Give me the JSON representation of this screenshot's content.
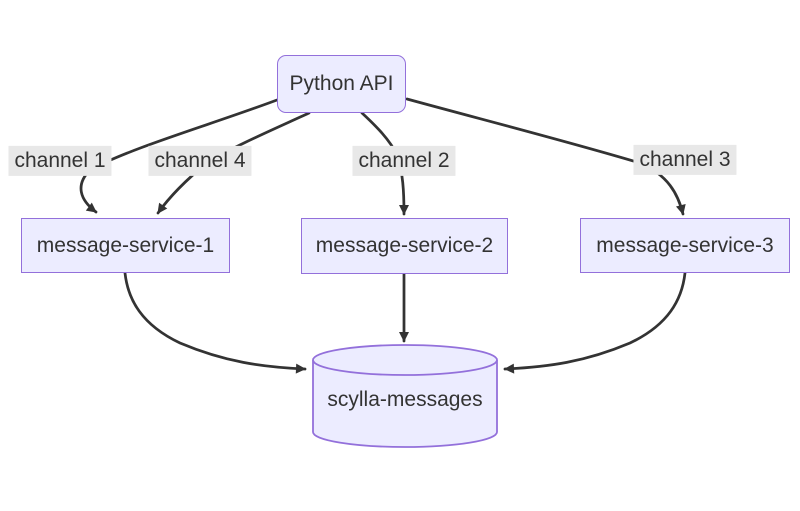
{
  "diagram": {
    "type": "flowchart",
    "direction": "top-down",
    "nodes": [
      {
        "id": "python-api",
        "label": "Python API",
        "shape": "rounded-rect"
      },
      {
        "id": "message-service-1",
        "label": "message-service-1",
        "shape": "rect"
      },
      {
        "id": "message-service-2",
        "label": "message-service-2",
        "shape": "rect"
      },
      {
        "id": "message-service-3",
        "label": "message-service-3",
        "shape": "rect"
      },
      {
        "id": "scylla-messages",
        "label": "scylla-messages",
        "shape": "cylinder"
      }
    ],
    "edges": [
      {
        "from": "python-api",
        "to": "message-service-1",
        "label": "channel 1"
      },
      {
        "from": "python-api",
        "to": "message-service-1",
        "label": "channel 4"
      },
      {
        "from": "python-api",
        "to": "message-service-2",
        "label": "channel 2"
      },
      {
        "from": "python-api",
        "to": "message-service-3",
        "label": "channel 3"
      },
      {
        "from": "message-service-1",
        "to": "scylla-messages",
        "label": ""
      },
      {
        "from": "message-service-2",
        "to": "scylla-messages",
        "label": ""
      },
      {
        "from": "message-service-3",
        "to": "scylla-messages",
        "label": ""
      }
    ],
    "colors": {
      "node_fill": "#ECECFF",
      "node_border": "#9370DB",
      "edge": "#333333",
      "label_bg": "#e8e8e8",
      "text": "#333333",
      "background": "#ffffff"
    }
  }
}
